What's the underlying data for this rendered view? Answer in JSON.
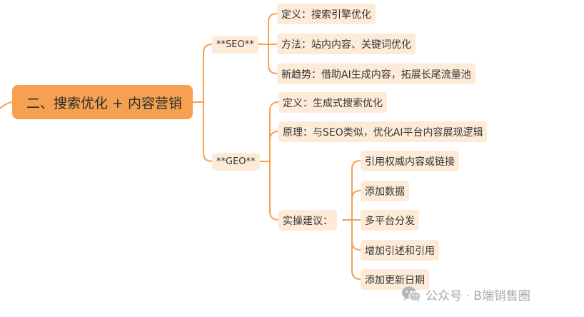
{
  "root": {
    "label": "二、搜索优化 + 内容营销"
  },
  "seo": {
    "label": "**SEO**",
    "definition": "定义：搜索引擎优化",
    "method": "方法：站内内容、关键词优化",
    "trend": "新趋势：借助AI生成内容，拓展长尾流量池"
  },
  "geo": {
    "label": "**GEO**",
    "definition": "定义：生成式搜索优化",
    "principle": "原理：与SEO类似，优化AI平台内容展现逻辑",
    "practice": {
      "label": "实操建议：",
      "items": [
        "引用权威内容或链接",
        "添加数据",
        "多平台分发",
        "增加引述和引用",
        "添加更新日期"
      ]
    }
  },
  "watermark": {
    "text": "公众号 · B端销售圈"
  },
  "colors": {
    "accent": "#f5a151",
    "node_fill": "#fdebd8",
    "connector": "#f5a151"
  },
  "icons": {
    "watermark_icon": "wechat-icon"
  }
}
